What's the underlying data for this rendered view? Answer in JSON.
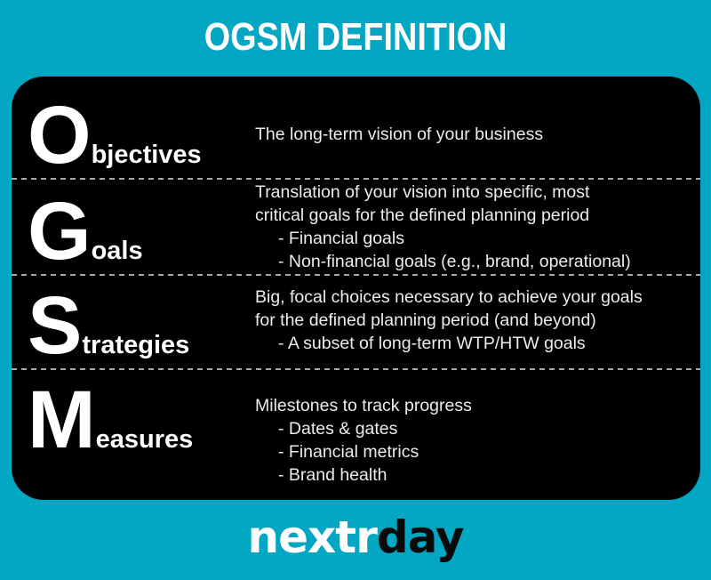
{
  "title": "OGSM DEFINITION",
  "colors": {
    "background": "#03a6c3",
    "card": "#000000",
    "text": "#ffffff",
    "divider": "#a9a9a9"
  },
  "rows": [
    {
      "letter": "O",
      "rest": "bjectives",
      "description": [
        "The long-term vision of your business"
      ],
      "bullets": []
    },
    {
      "letter": "G",
      "rest": "oals",
      "description": [
        "Translation of your vision into specific, most",
        "critical goals for the defined planning period"
      ],
      "bullets": [
        "- Financial goals",
        "- Non-financial goals (e.g., brand, operational)"
      ]
    },
    {
      "letter": "S",
      "rest": "trategies",
      "description": [
        "Big, focal choices necessary to achieve your goals",
        "for the defined planning period (and beyond)"
      ],
      "bullets": [
        "- A subset of long-term WTP/HTW goals"
      ]
    },
    {
      "letter": "M",
      "rest": "easures",
      "description": [
        "Milestones to track progress"
      ],
      "bullets": [
        "- Dates & gates",
        "- Financial metrics",
        "- Brand health"
      ]
    }
  ],
  "logo": {
    "part1": "nextr",
    "part2": "day"
  }
}
